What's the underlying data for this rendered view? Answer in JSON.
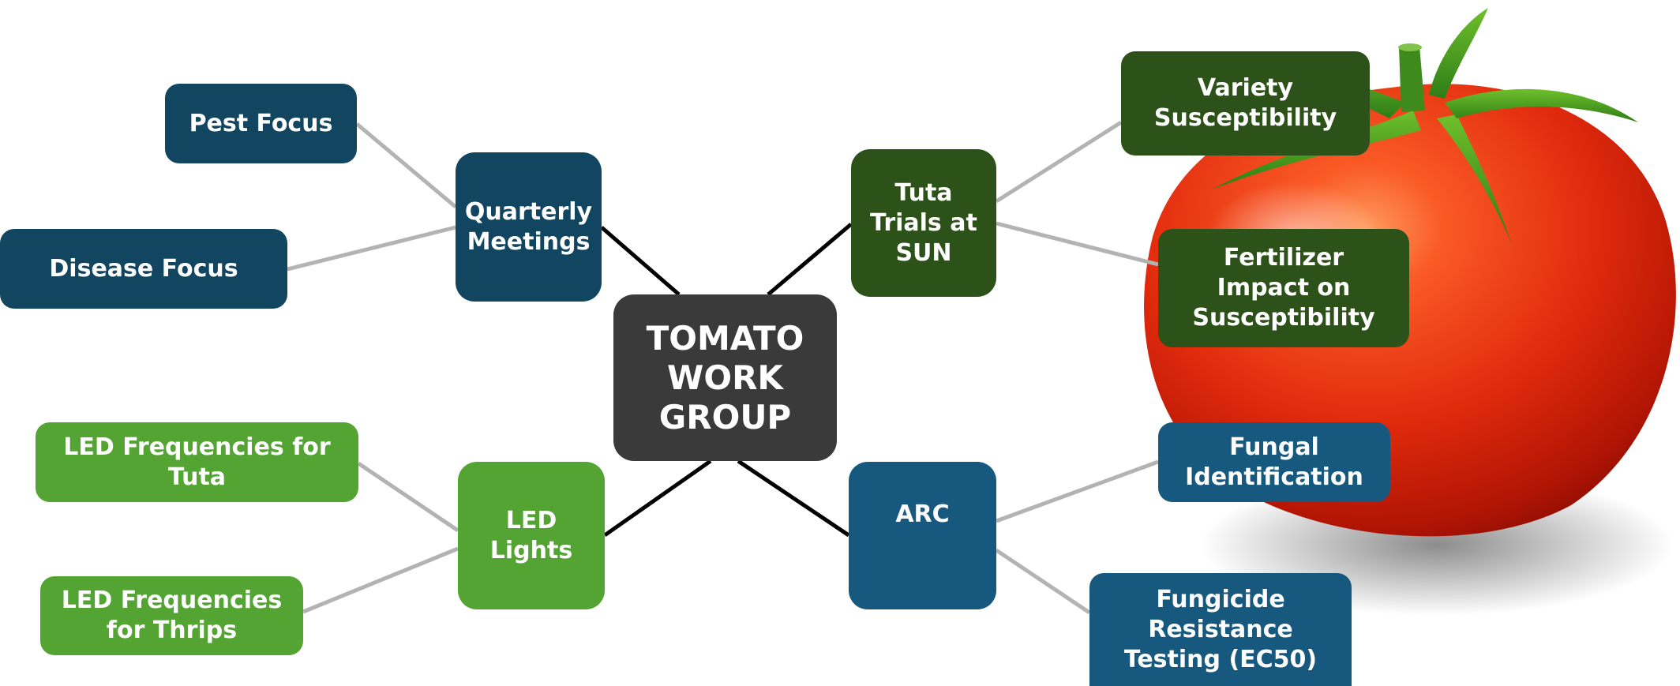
{
  "center": {
    "label": "TOMATO\nWORK\nGROUP"
  },
  "branches": {
    "quarterly": {
      "label": "Quarterly\nMeetings",
      "children": [
        "Pest Focus",
        "Disease Focus"
      ]
    },
    "tuta": {
      "label": "Tuta\nTrials at\nSUN",
      "children": [
        "Variety\nSusceptibility",
        "Fertilizer\nImpact on\nSusceptibility"
      ]
    },
    "led": {
      "label": "LED\nLights",
      "children": [
        "LED Frequencies for\nTuta",
        "LED Frequencies\nfor Thrips"
      ]
    },
    "arc": {
      "label": "ARC",
      "children": [
        "Fungal\nIdentification",
        "Fungicide\nResistance\nTesting (EC50)"
      ]
    }
  },
  "colors": {
    "center": "#3a3a3a",
    "quarterly": "#124560",
    "tuta": "#2c5219",
    "led": "#53a432",
    "arc": "#17597e",
    "connector_main": "#000000",
    "connector_leaf": "#b3b3b3"
  },
  "illustration": {
    "icon": "tomato-illustration"
  }
}
